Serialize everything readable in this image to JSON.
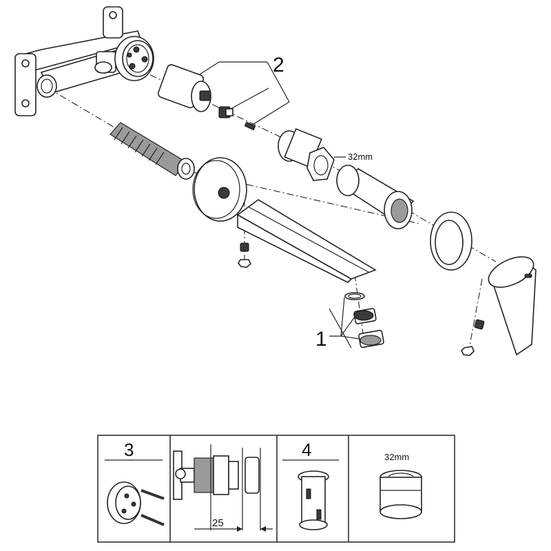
{
  "callouts": {
    "c1": "1",
    "c2": "2",
    "c3": "3",
    "c4": "4"
  },
  "dimensions": {
    "nut_size_main": "32mm",
    "nut_size_table": "32mm",
    "depth": "25"
  }
}
